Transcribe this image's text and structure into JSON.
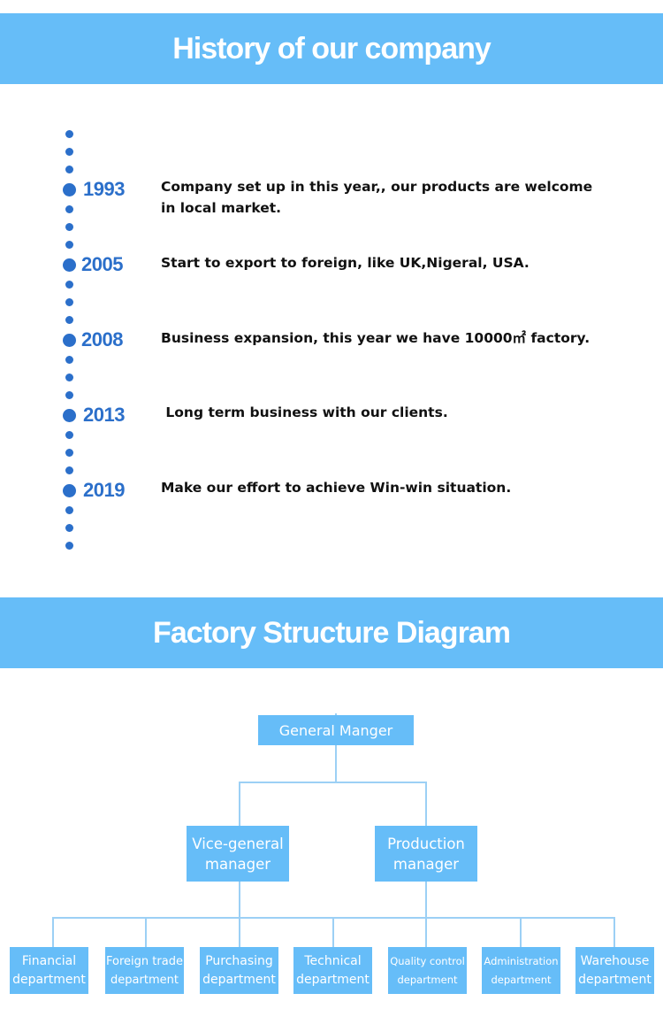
{
  "history": {
    "title": "History of our company",
    "events": [
      {
        "year": "1993",
        "text": "Company set up in this year,, our products are welcome in local market."
      },
      {
        "year": "2005",
        "text": "Start to export to foreign, like UK,Nigeral, USA."
      },
      {
        "year": "2008",
        "text": "Business expansion, this year we have 10000㎡ factory."
      },
      {
        "year": "2013",
        "text": " Long term business with our clients."
      },
      {
        "year": "2019",
        "text": "Make our effort to achieve Win-win situation."
      }
    ]
  },
  "structure": {
    "title": "Factory Structure Diagram",
    "root": "General Manger",
    "level2": [
      "Vice-general manager",
      "Production manager"
    ],
    "departments": [
      "Financial department",
      "Foreign trade department",
      "Purchasing department",
      "Technical department",
      "Quality control department",
      "Administration department",
      "Warehouse department"
    ]
  },
  "colors": {
    "banner": "#66bdf8",
    "accent": "#2b6fca",
    "box": "#66bdf8",
    "connector": "#9cd0f5"
  }
}
